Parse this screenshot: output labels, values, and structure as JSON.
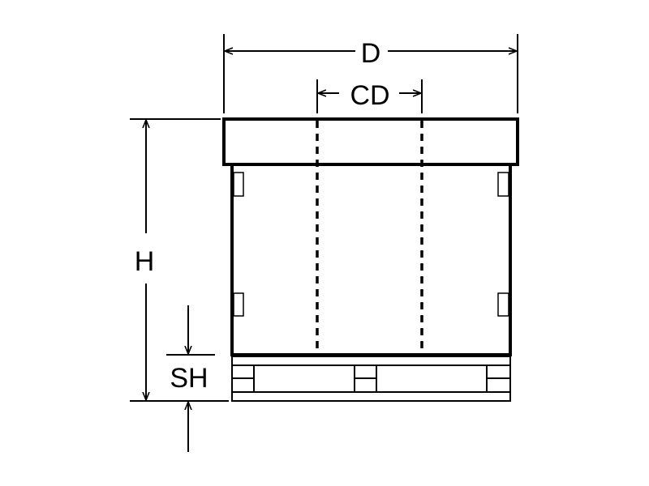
{
  "labels": {
    "diameter": "D",
    "container_diameter": "CD",
    "height": "H",
    "skid_height": "SH"
  },
  "colors": {
    "line": "#000000",
    "background": "#ffffff"
  }
}
